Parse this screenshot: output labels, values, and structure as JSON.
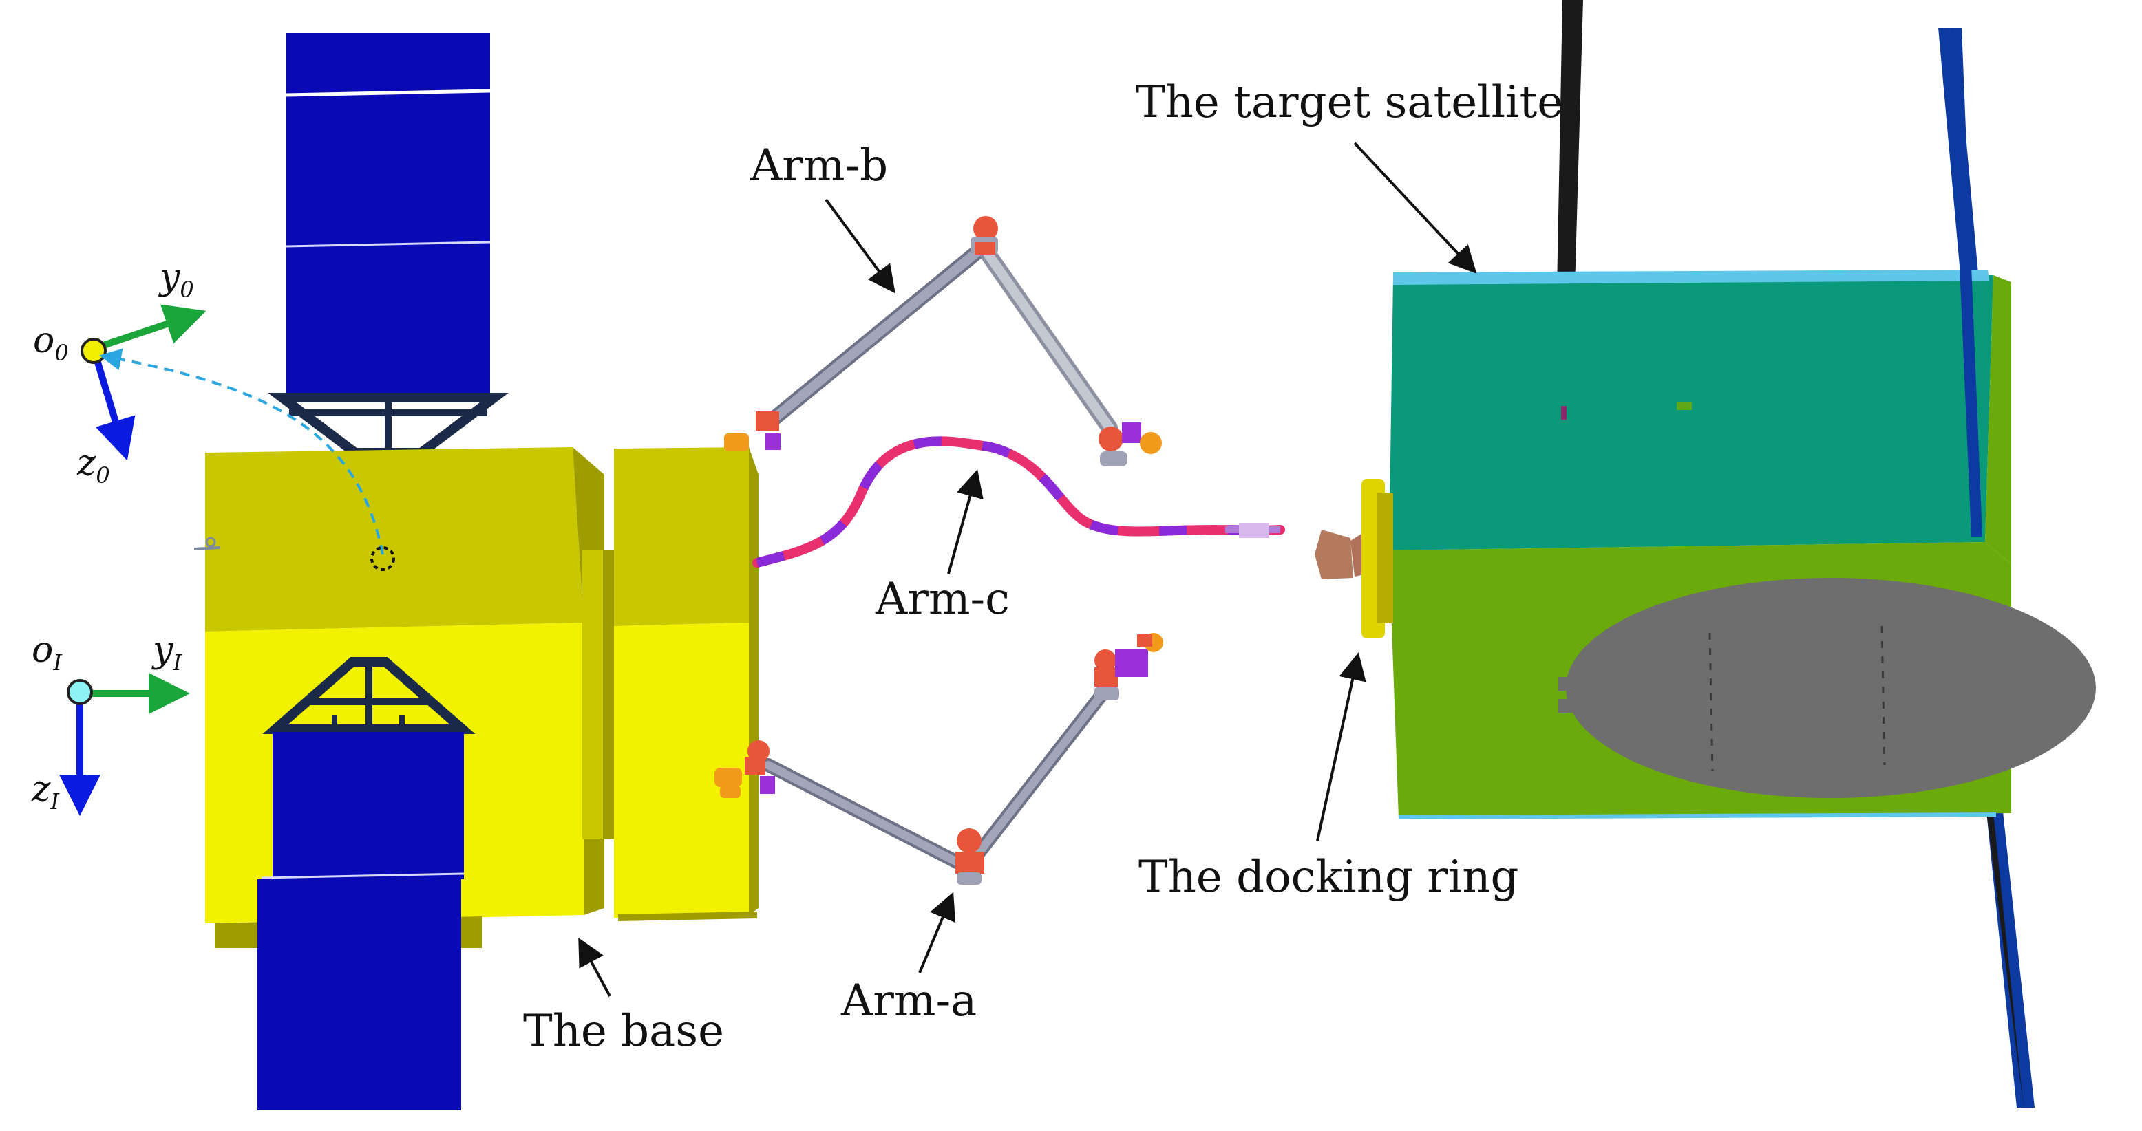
{
  "labels": {
    "target_satellite": "The target satellite",
    "arm_b": "Arm-b",
    "arm_c": "Arm-c",
    "arm_a": "Arm-a",
    "base": "The base",
    "docking_ring": "The docking ring"
  },
  "frames": {
    "body_frame": {
      "origin": "o",
      "origin_sub": "0",
      "y": "y",
      "y_sub": "0",
      "z": "z",
      "z_sub": "0"
    },
    "inertial_frame": {
      "origin": "o",
      "origin_sub": "I",
      "y": "y",
      "y_sub": "I",
      "z": "z",
      "z_sub": "I"
    }
  },
  "colors": {
    "solar_panel": "#0a0ab4",
    "base_top": "#c9c800",
    "base_front": "#f2f200",
    "base_shadow": "#9e9c00",
    "target_top": "#0a9a7a",
    "target_front": "#6aaa0a",
    "target_edge": "#5ec6e8",
    "ellipse": "#6e6e6e",
    "arm_link": "#9ea2b4",
    "joint_red": "#e8553a",
    "joint_orange": "#f19a1c",
    "joint_purple": "#9b2fd8",
    "y_axis": "#1aa63a",
    "z_axis": "#0a1ae0"
  }
}
